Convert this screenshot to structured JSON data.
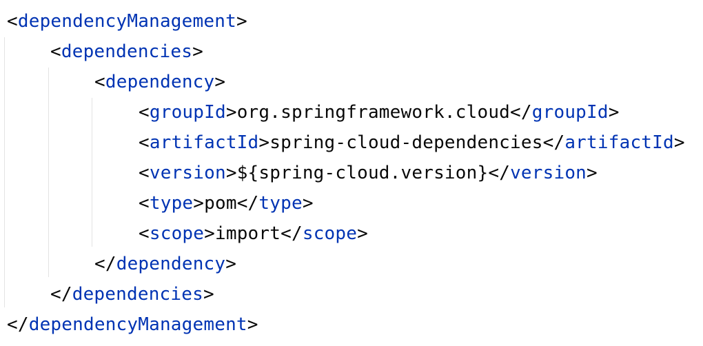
{
  "editor": {
    "colors": {
      "tag": "#0033b3",
      "text": "#080808",
      "guide": "#e3e3e3",
      "background": "#ffffff"
    },
    "lines": [
      {
        "open": "dependencyManagement"
      },
      {
        "open": "dependencies"
      },
      {
        "open": "dependency"
      },
      {
        "tag": "groupId",
        "value": "org.springframework.cloud"
      },
      {
        "tag": "artifactId",
        "value": "spring-cloud-dependencies"
      },
      {
        "tag": "version",
        "value": "${spring-cloud.version}"
      },
      {
        "tag": "type",
        "value": "pom"
      },
      {
        "tag": "scope",
        "value": "import"
      },
      {
        "close": "dependency"
      },
      {
        "close": "dependencies"
      },
      {
        "close": "dependencyManagement"
      }
    ]
  }
}
